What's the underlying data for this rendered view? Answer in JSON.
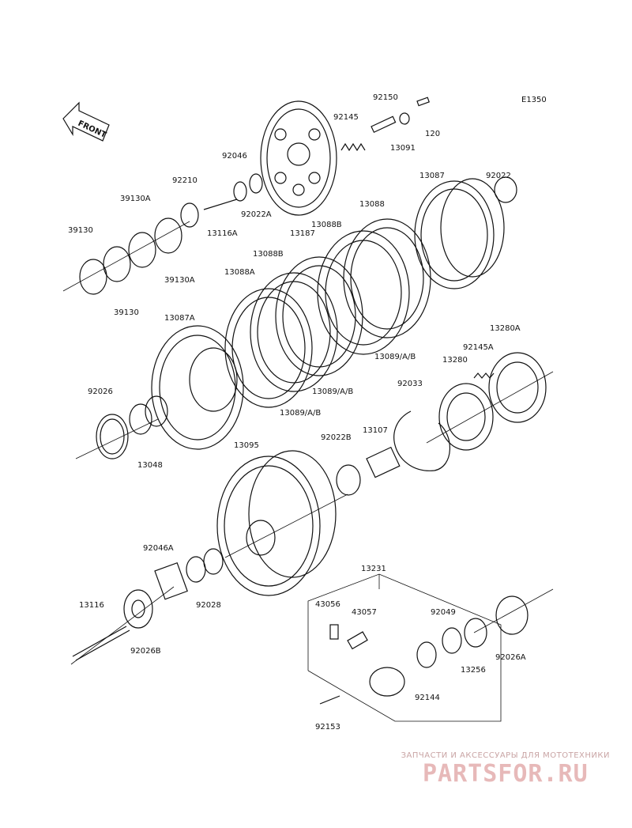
{
  "diagram": {
    "code": "E1350",
    "front_label": "FRONT",
    "parts": [
      "92150",
      "120",
      "92145",
      "13091",
      "92046",
      "92210",
      "92022A",
      "13116A",
      "13187",
      "39130A",
      "39130",
      "39130A",
      "39130",
      "13087",
      "92022",
      "13088",
      "13088B",
      "13088B",
      "13088A",
      "13087A",
      "13089/A/B",
      "13089/A/B",
      "13089/A/B",
      "13280A",
      "92145A",
      "13280",
      "92026",
      "13048",
      "92033",
      "13107",
      "92022B",
      "13095",
      "92046A",
      "92028",
      "13116",
      "92026B",
      "13231",
      "43056",
      "43057",
      "92049",
      "13256",
      "92026A",
      "92144",
      "92153"
    ]
  },
  "watermark": {
    "subtitle": "ЗАПЧАСТИ И АКСЕССУАРЫ ДЛЯ МОТОТЕХНИКИ",
    "logo": "PARTSFOR.RU"
  }
}
